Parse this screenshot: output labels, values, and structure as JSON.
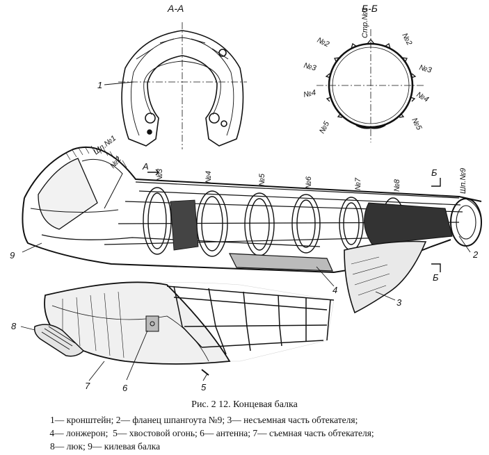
{
  "sections": {
    "aa": "A-A",
    "bb": "Б-Б",
    "a_mark": "A",
    "b_mark": "Б"
  },
  "section_bb_labels": {
    "str1": "Стр.№1",
    "n2_left": "№2",
    "n2_right": "№2",
    "n3_left": "№3",
    "n3_right": "№3",
    "n4_left": "№4",
    "n4_right": "№4",
    "n5_left": "№5",
    "n5_right": "№5"
  },
  "frame_labels": [
    "Шп.№1",
    "№2",
    "№3",
    "№4",
    "№5",
    "№6",
    "№7",
    "№8",
    "Шп.№9"
  ],
  "part_numbers": [
    "1",
    "2",
    "3",
    "4",
    "5",
    "6",
    "7",
    "8",
    "9"
  ],
  "caption": {
    "title": "Рис. 2 12. Концевая балка",
    "lines": [
      "1— кронштейн; 2— фланец шпангоута №9; 3— несъемная часть обтекателя;",
      " 4— лонжерон;  5— хвостовой огонь; 6— антенна; 7— съемная часть обтекателя;",
      "8— люк; 9— килевая балка"
    ]
  }
}
